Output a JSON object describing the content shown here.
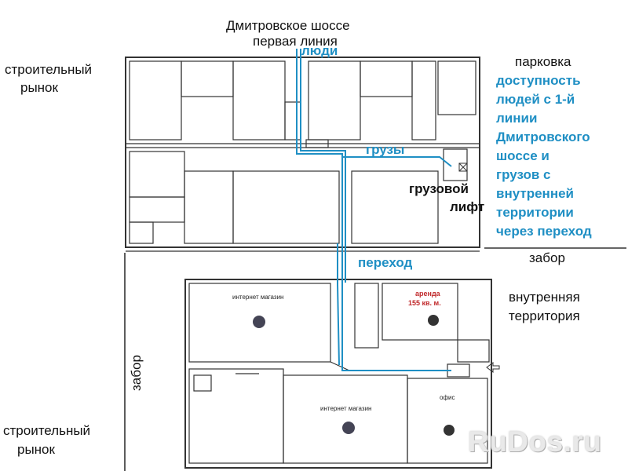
{
  "labels": {
    "road_line1": "Дмитровское шоссе",
    "road_line2": "первая линия",
    "people": "люди",
    "market_top_1": "строительный",
    "market_top_2": "рынок",
    "parking": "парковка",
    "access_lines": [
      "доступность",
      "людей с 1-й",
      "линии",
      "Дмитровского",
      "шоссе и",
      "грузов с",
      "внутренней",
      "территории",
      "через переход"
    ],
    "cargo": "грузы",
    "freight_lift_1": "грузовой",
    "freight_lift_2": "лифт",
    "fence_right": "забор",
    "passage": "переход",
    "inner_territory_1": "внутренняя",
    "inner_territory_2": "территория",
    "fence_left": "забор",
    "market_bottom_1": "строительный",
    "market_bottom_2": "рынок",
    "rooms": {
      "shop1": "интернет магазин",
      "rent_1": "аренда",
      "rent_2": "155 кв. м.",
      "shop2": "интернет магазин",
      "office": "офис"
    },
    "watermark": "RuDos.ru"
  },
  "colors": {
    "route": "#1f8fc4",
    "walls": "#333333"
  }
}
